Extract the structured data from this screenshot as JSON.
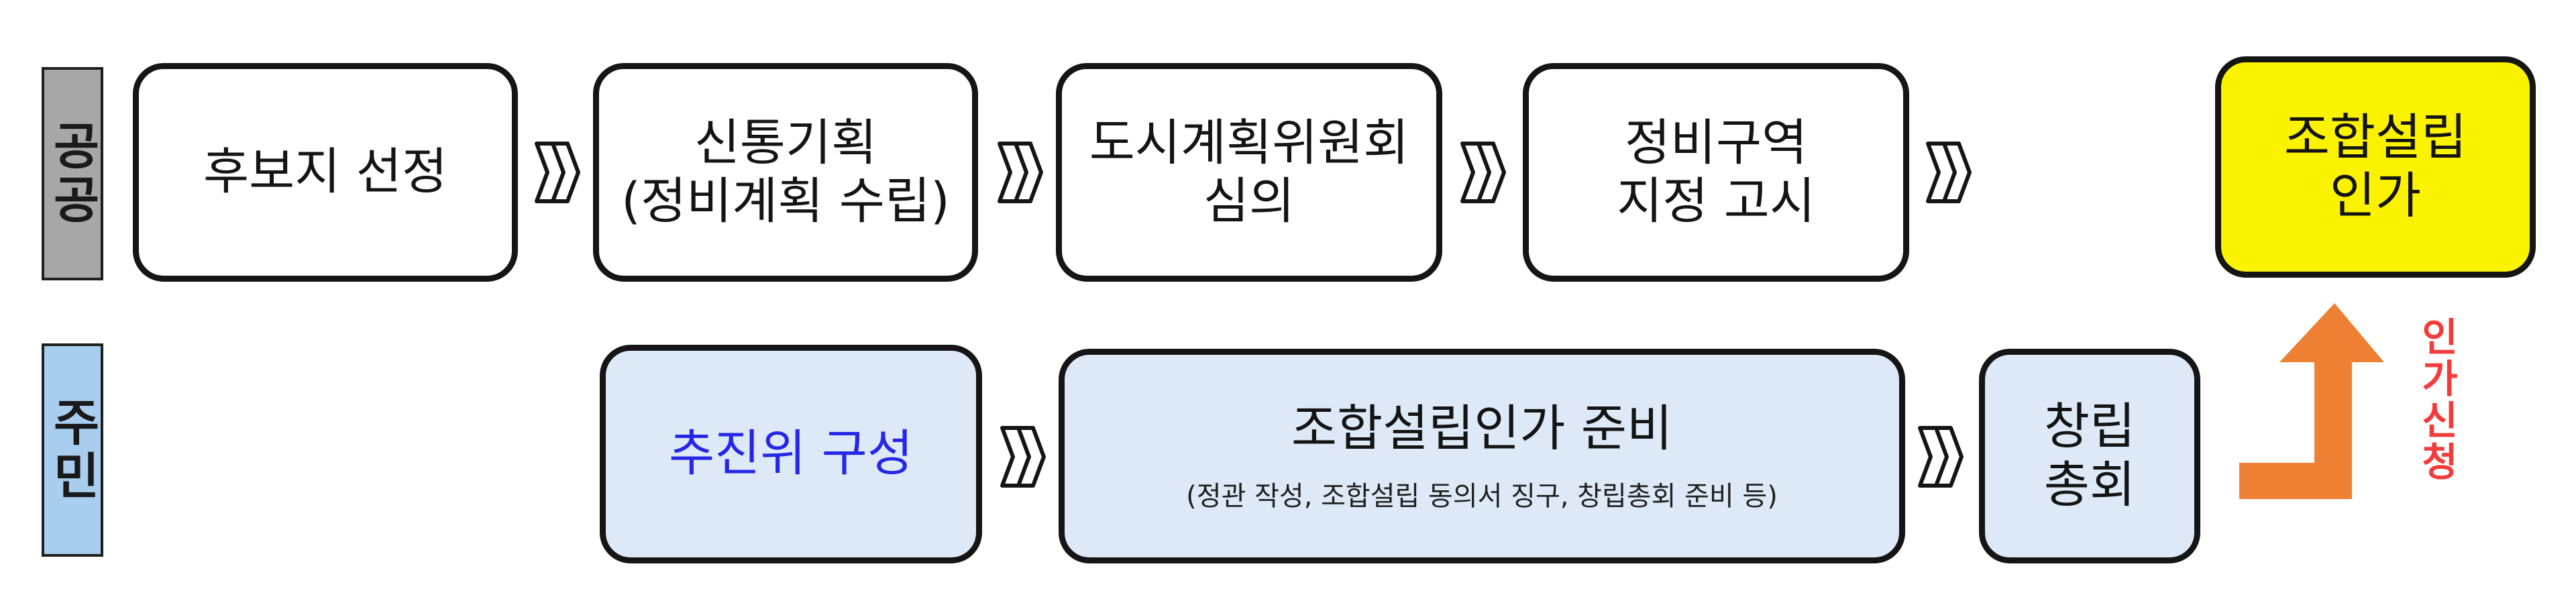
{
  "rows": {
    "public_label": "공공",
    "resident_label": "주민"
  },
  "public_steps": [
    {
      "lines": [
        "후보지 선정"
      ]
    },
    {
      "lines": [
        "신통기획",
        "(정비계획 수립)"
      ]
    },
    {
      "lines": [
        "도시계획위원회",
        "심의"
      ]
    },
    {
      "lines": [
        "정비구역",
        "지정 고시"
      ]
    },
    {
      "lines": [
        "조합설립",
        "인가"
      ]
    }
  ],
  "resident_steps": [
    {
      "lines": [
        "추진위 구성"
      ]
    },
    {
      "lines": [
        "조합설립인가 준비"
      ],
      "note": "(정관 작성, 조합설립 동의서 징구, 창립총회 준비 등)"
    },
    {
      "lines": [
        "창립",
        "총회"
      ]
    }
  ],
  "apply_label": "인가신청",
  "colors": {
    "public_label_bg": "#a7a7a7",
    "resident_label_bg": "#a9cdef",
    "resident_box_bg": "#dde9f6",
    "final_box_bg": "#fbf200",
    "highlight_text": "#2626e6",
    "arrow_orange": "#ee8033",
    "apply_text": "#f23c3c"
  },
  "icons": {
    "step_separator": "double-chevron-right-icon",
    "apply_arrow": "elbow-arrow-up-icon"
  }
}
